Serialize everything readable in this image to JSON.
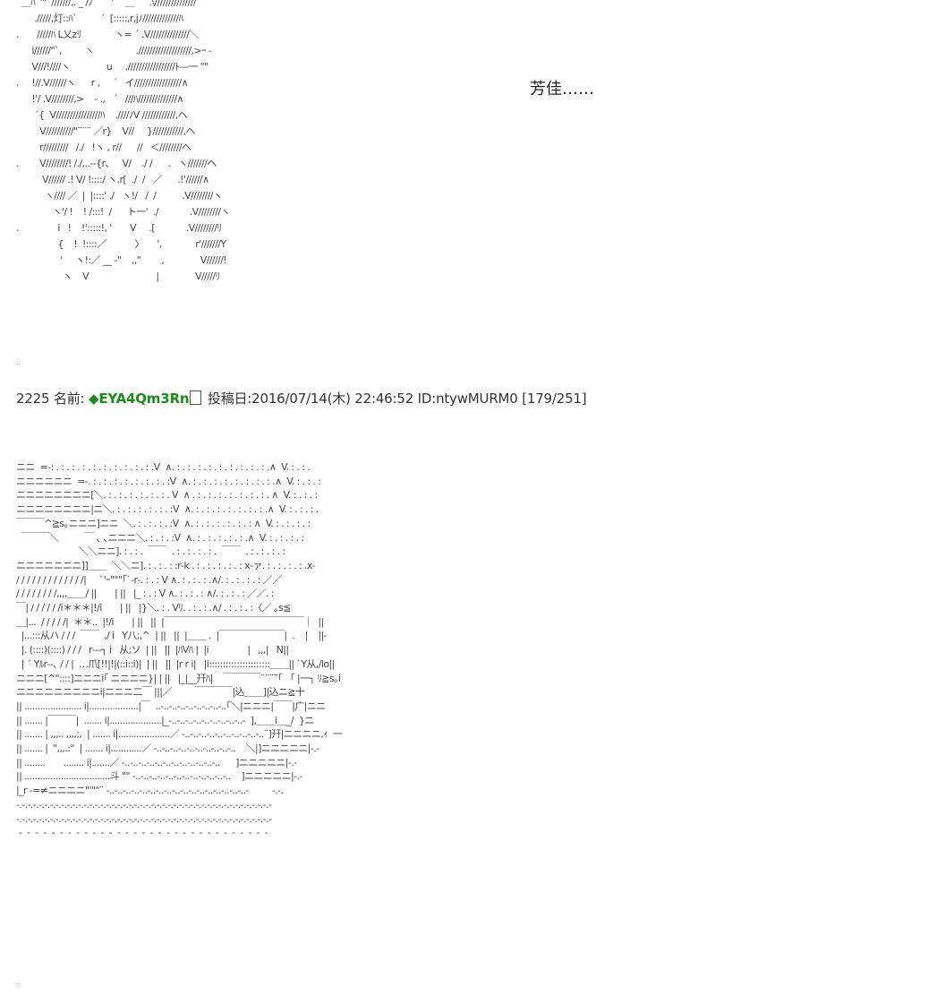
{
  "top_art": [
    "  ＿ﾊﾟ'\"  ///////,. _ /ﾉ       ' ¨  ＿  ⌒.\\///////////////",
    "       ./////,灯::ﾊ`         ´  [:::::,r,jﾉ/////////////ﾊ",
    ".       /////ﾊ L乂zﾘ             ヽ= ´ .V//////////////＼",
    "      i//////\"`,         ヽ                .///////////////////,>ｰ -",
    "      V///!////ヽ              u     ./////////////////ﾄ--‐一 \"\"",
    ".     !//.V//////ヽ      r ,     ´   イ/////////////////∧",
    "      !'/ .V////////,>    - .,   ´   ///ﾊ//////////////∧",
    "       ´{  V////////////////ﾊ    .////ﾉV ////////////,ヘ",
    "         V//////////\"¨¨¨ ／r}    V//     }///////////,ヘ",
    "         r/////////   /./   !ヽ , r//      //   ＜////////ヘ",
    ".        V////////! /./,..--{r、   V/    ./ /      .   ヽ///////ヘ",
    "          V////// .! V/ !::::/ ヽ.r[  ./  /   ／      .!'//////∧",
    "           ヽ//// ／  |  |::::' ./   ヽ!/   /  /          .V////////ヽ",
    "              ヽ'/ !    ! /:::!  /      ト一'  ./            .V////////ヽ",
    ".               i   !    !':::::!, '       V     .[            .V////////ﾘ",
    "                {    !  !::::／           〉     ',             r'///////Y",
    "                 '     ヽ!:／ __ -\"    ,,\"        ,              V//////!",
    "                  ヽ    V                          |              V/////ﾘ"
  ],
  "speech": "芳佳……",
  "post": {
    "number": "2225",
    "name_label": "名前:",
    "tripcode": "◆EYA4Qm3Rn",
    "date_label": "投稿日:",
    "date": "2016/07/14(木) 22:46:52",
    "id": "ID:ntywMURM0",
    "count": "[179/251]"
  },
  "bottom_art": [
    "ニニ  =-: . : . : . : . : . : . : . : . : . : .V  ∧. : . : . : . : . : . : . : . : . : .∧  V. : . : .",
    "ニニニニニニ  =-. : . : . : . : . : . : . : . :V  ∧. : . : . : . : . : . : . : . : .∧  V. : . : . :",
    "ニニニニニニニニ[＼. : . : . : . : . : . : . V  ∧ . : . : . : . : . : . : . : . ∧  V. : . : . :",
    "ニニニニニニニニ|ニ＼. : . : . : . : . : . :V  ∧. : . : . : . : . : . : . : .∧  V. : . : . : .",
    "￣￣￣^≧s｡ニニニ]ニニ  ＼. : . : . : . :V  ∧. : . : . : . : . : . : ∧  V. : . : . : . :",
    "  ￣￣￣＼          ￣ ､ ､ニニニ＼. : . : . :V  ∧. : . : . : . : . : .∧  V. : . : . : . :",
    "                        ＼＼ニニ]. : . : .  ￣￣  . : . : . : . : .  ￣￣  . : . : . : . :",
    "ニニニニニニニ]]＿＿  ＼＼ニ]. : . : . : :r‐k . : . : . : . : . : x‐ァ. : . : . : . : .x‐",
    "/ / / / / / / / / / / / /|     `'ｰ\"\"\"｢`‐r‐. : . : V ∧. : . : . : .∧/. : . : . : . : ／／",
    "/ / / / / / / /,,,,＿＿/ ||       | ||   |_ : . : V ∧. : . : . : ∧/. : . : . : ／／. :",
    "￣| / / / / / /i＊＊＊|!/i       | ||   |}＼. : . Vﾘ. . : . : .∧/ . : . : . :〈／ ｡s≦",
    "＿|...  / / / / /|  ＊＊..  |!/i       | ||   ||  |￣￣￣￣￣￣￣￣￣￣￣￣￣￣￣｜  ||",
    "  |...:::从ハ / / /  ￣￣  ,/ i   Y八;,^  | ||   ||  |＿＿ .  |￣￣￣￣￣￣￣|  .    |    ||‐",
    "  |. (::::)(::::) / / /   r‐‐‐┐ i   从;ソ  | ||   ||  |ﾊVﾊ |  |i               |   ,,,|   N||",
    "  | ´ Yﾙr‐‐､ / / |  …爪[!!|!|(::i::i)|  | ||   ||  |r r i|   |i::::::::::::::::::::::＿＿|| `Y从,/lo||",
    "ニニニ[^\"::::]ニニニi｢ ニニニニ}| | ||   |_|__幵ﾊ|    ￣￣￣￣¨¨¨¨｢   ｢ |一┐ ﾘ≧s｡i",
    "ニニニニニニニニニi|ニニニ二￣ |||／         ￣￣￣￣|込＿＿]|込ニ≧十",
    "|| ...................... i|...................|￣  ..-..-..-..-..-..-..-..-..｢＼|ニニニ|￣￣|广|ニニ",
    "|| ....... |￣￣￣|  ....... i|....................|_-..-..-..-..-..-..-..-..-..-  ],＿＿i＿_/  }ニ",
    "|| ....... | ,,,.. ,,,,;,  | ....... i|....................／ -..-..-..-..-..-..-..-..-..-..¨]幵|ニニニニ,ｨ  一",
    "|| ....... |  \",,,.:\"  | ....... i|............／ -..-..-..-..-..-..-..-..-..-..    ＼|]ニニニニニ|-.-",
    "|| ........       ........ i|.......／ -..-..-..-..-..-..-..-..-..-..-..-..      ]ニニニニニ|-.-",
    "|| .................................斗 \"\" -..-..-..-..-..-..-..-..-..-..-..-..    ]ニニニニニ|-.-",
    "|_r -=≠ニニニニ\"'\"\"¨ -..-..-..-..-..-..-..-..-..-..-..-..-..-..-..-..-..-         -.-.",
    "-.-.-.-.-.-.-.-.-.-.-.-.-.-.-.-.-.-.-.-.-.-.-.-.-.-.-.-.-.-.-.-.-.-.-.-.-.-.-.-.-.-.-.-.-.-",
    "-.-.-.-.-.-.-.-.-.-.-.-.-.-.-.-.-.-.-.-.-.-.-.-.-.-.-.-.-.-.-.-.-.-.-.-.-.-.-.-.-.-.-.-.-.-",
    " -  -  -  -  -  -  -  -  -  -  -  -  -  -  -  -  -  -  -  -  -  -  -  -  -  -  -  -  -  -  -"
  ],
  "separator": ".."
}
